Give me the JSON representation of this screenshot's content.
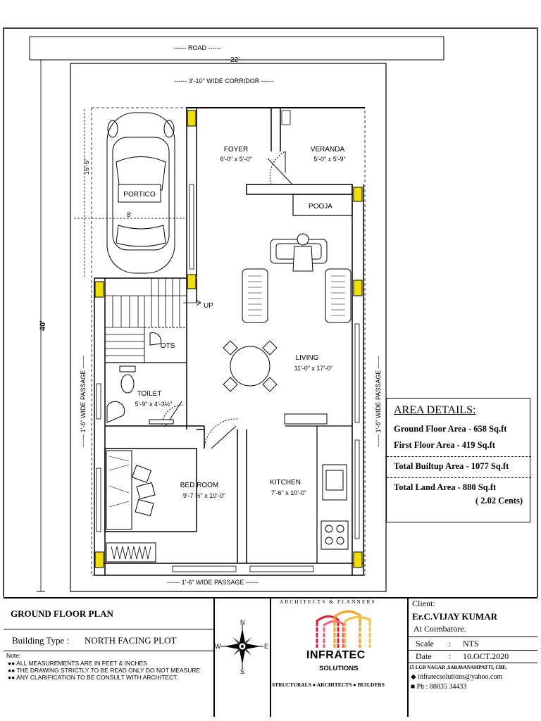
{
  "plan": {
    "road_label": "------ ROAD ------",
    "width_dim": "22'",
    "depth_dim": "40'",
    "corridor_label": "------ 3'-10\" WIDE CORRIDOR ------",
    "bottom_passage_label": "------ 1'-6\" WIDE PASSAGE ------",
    "left_passage_label": "------ 1'-6\" WIDE PASSAGE ------",
    "right_passage_label": "------ 1'-6\" WIDE PASSAGE ------",
    "portico_dim_v": "16'-5\"",
    "portico_dim_h": "8'",
    "stair_label": "UP"
  },
  "rooms": {
    "portico": "PORTICO",
    "foyer": "FOYER",
    "foyer_dim": "6'-0\" x 5'-0\"",
    "veranda": "VERANDA",
    "veranda_dim": "5'-0\" x 5'-9\"",
    "pooja": "POOJA",
    "living": "LIVING",
    "living_dim": "11'-0\" x 17'-0\"",
    "ots": "OTS",
    "toilet": "TOILET",
    "toilet_dim": "5'-9\" x 4'-3½\"",
    "bedroom": "BED ROOM",
    "bedroom_dim": "9'-7 ½\" x 10'-0\"",
    "kitchen": "KITCHEN",
    "kitchen_dim": "7'-6\" x 10'-0\""
  },
  "area_details": {
    "title": "AREA DETAILS:",
    "ground_floor": "Ground Floor Area - 658 Sq.ft",
    "first_floor": "First Floor Area    - 419 Sq.ft",
    "total_builtup": "Total Builtup Area - 1077 Sq.ft",
    "total_land": "Total Land Area   - 880 Sq.ft",
    "cents": "( 2.02 Cents)"
  },
  "title_block": {
    "plan_title": "GROUND FLOOR PLAN",
    "building_type_label": "Building Type :",
    "building_type_value": "NORTH FACING PLOT",
    "note_heading": "Note:",
    "notes": [
      "ALL MEASUREMENTS ARE IN FEET & INCHES",
      "THE DRAWING STRICTLY TO BE READ ONLY DO NOT MEASURE",
      "ANY CLARIFICATION TO BE CONSULT WITH ARCHITECT."
    ],
    "compass": {
      "n": "N",
      "s": "S",
      "e": "E",
      "w": "W"
    },
    "firm_tagline": "ARCHITECTS & PLANNERS",
    "firm_name": "INFRATEC",
    "firm_sub": "SOLUTIONS",
    "firm_services": "STRUCTURALS ● ARCHITECTS ● BUILDERS",
    "client_label": "Client:",
    "client_name": "Er.C.VIJAY KUMAR",
    "client_location": "At Coimbatore.",
    "scale_label": "Scale",
    "scale_sep": ":",
    "scale_value": "NTS",
    "date_label": "Date",
    "date_sep": ":",
    "date_value": "10.OCT.2020",
    "address": "15 LGB NAGAR ,SARAVANAMPATTI, CBE.",
    "email": "infratecsolutions@yahoo.com",
    "phone": "Ph : 88835 34433"
  },
  "colors": {
    "window_fill": "#f0e000",
    "logo_red": "#e0203a",
    "logo_orange": "#f4a020"
  }
}
